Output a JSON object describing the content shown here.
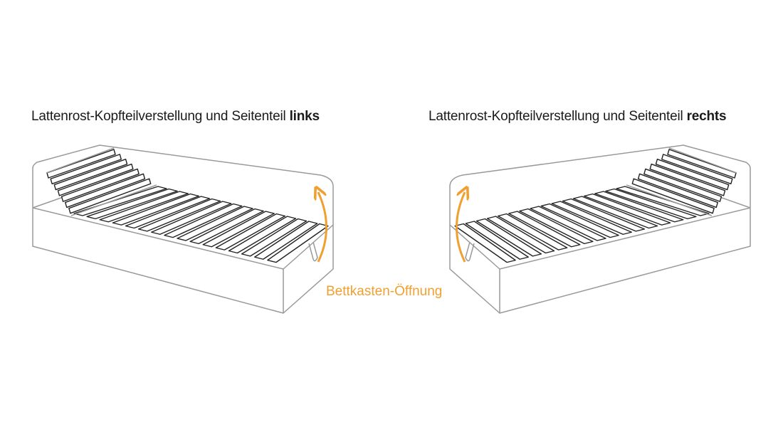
{
  "captions": {
    "left_prefix": "Lattenrost-Kopfteilverstellung und Seitenteil ",
    "left_bold": "links",
    "right_prefix": "Lattenrost-Kopfteilverstellung und Seitenteil ",
    "right_bold": "rechts"
  },
  "bed_box_opening_label": "Bettkasten-Öffnung",
  "colors": {
    "outline": "#9a9a9a",
    "slat": "#222222",
    "accent": "#f0a030"
  },
  "icons": [
    "bed-left-illustration",
    "bed-right-illustration",
    "opening-arrow-icon"
  ]
}
